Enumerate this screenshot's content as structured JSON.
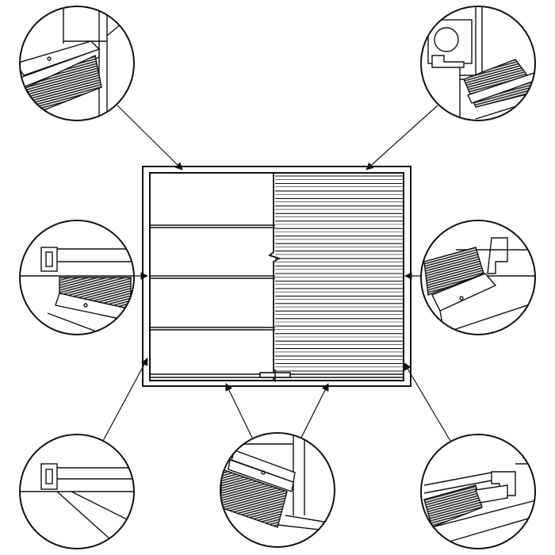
{
  "diagram": {
    "type": "technical-illustration",
    "subject": "garage-door-brush-seal-placement",
    "colors": {
      "line": "#111111",
      "background": "#ffffff",
      "brush": "#2a2a2a"
    },
    "central_door": {
      "left_half": "sectional-panels",
      "right_half": "roller-shutter-slats",
      "panel_count": 4,
      "slat_count": 26
    },
    "details": [
      {
        "id": "top-left",
        "component": "brush-seal-head-rail",
        "icon": "brush-strip-icon"
      },
      {
        "id": "top-right",
        "component": "brush-seal-roller-box",
        "icon": "roller-housing-icon"
      },
      {
        "id": "mid-left",
        "component": "brush-seal-side-channel",
        "icon": "channel-profile-icon"
      },
      {
        "id": "mid-right",
        "component": "brush-seal-side-guide",
        "icon": "guide-profile-icon"
      },
      {
        "id": "bottom-left",
        "component": "side-channel-profile",
        "icon": "channel-profile-icon"
      },
      {
        "id": "bottom-center",
        "component": "brush-seal-bottom-rail",
        "icon": "brush-strip-icon"
      },
      {
        "id": "bottom-right",
        "component": "brush-seal-threshold",
        "icon": "threshold-icon"
      }
    ]
  }
}
